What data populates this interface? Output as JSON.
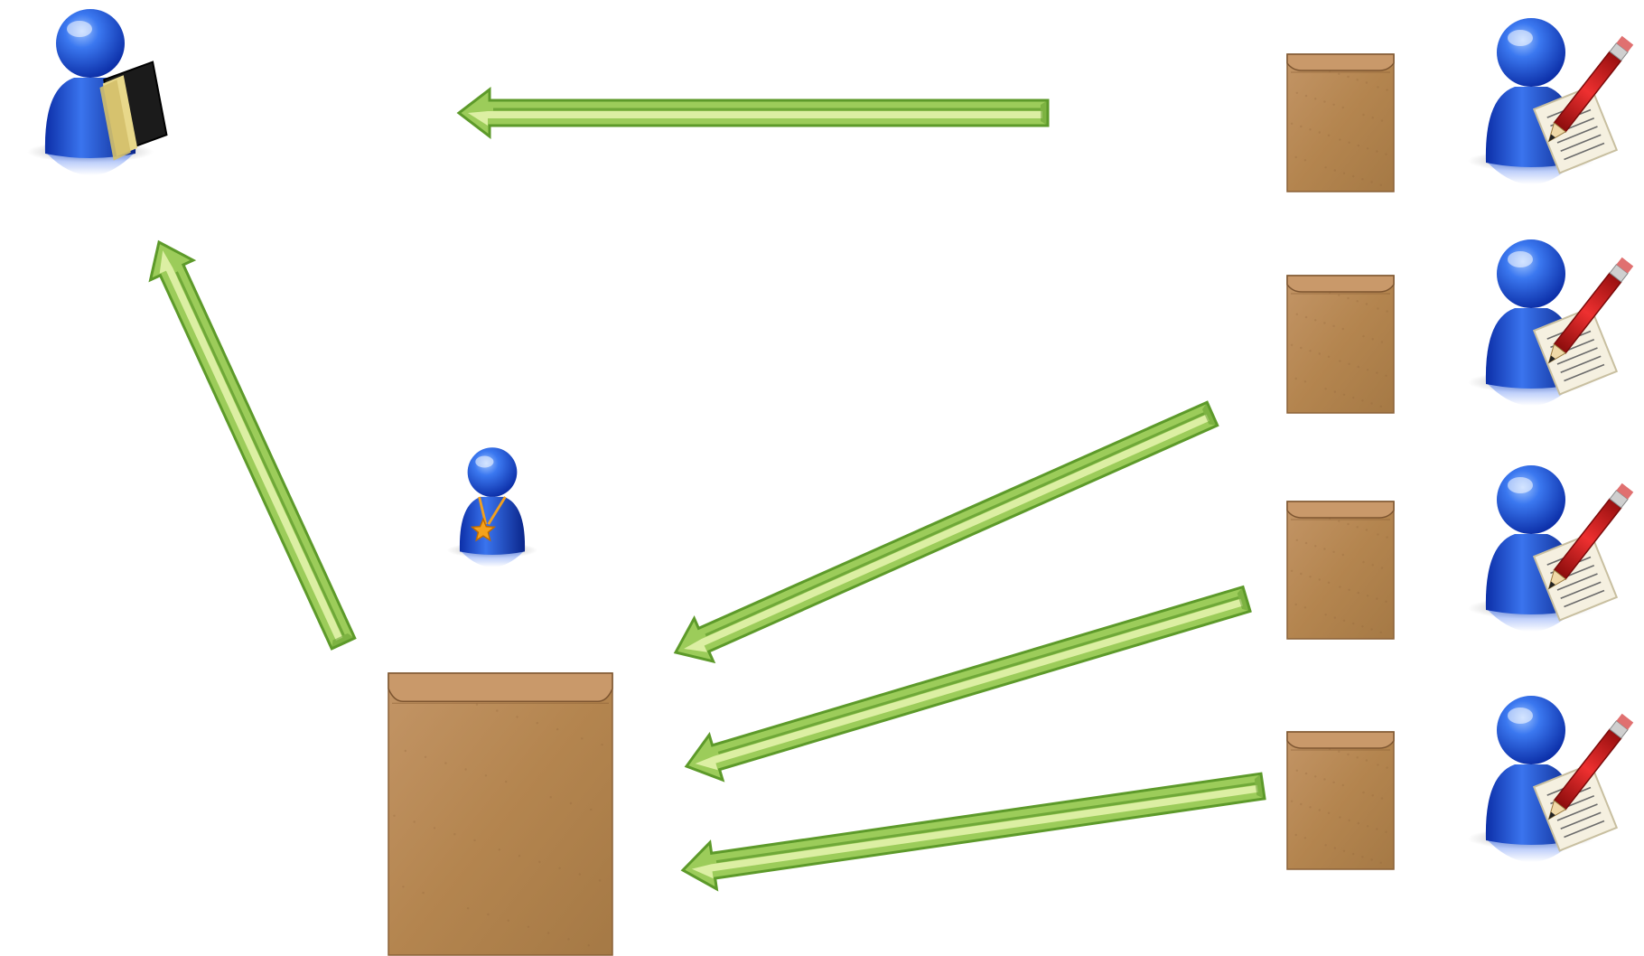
{
  "diagram": {
    "nodes": [
      {
        "id": "reader",
        "icon": "person-reading-book-icon"
      },
      {
        "id": "coordinator",
        "icon": "person-with-star-medal-icon"
      },
      {
        "id": "merged-envelope",
        "icon": "large-brown-envelope-icon"
      },
      {
        "id": "writer-1",
        "icon": "person-writing-document-icon"
      },
      {
        "id": "writer-2",
        "icon": "person-writing-document-icon"
      },
      {
        "id": "writer-3",
        "icon": "person-writing-document-icon"
      },
      {
        "id": "writer-4",
        "icon": "person-writing-document-icon"
      },
      {
        "id": "envelope-1",
        "icon": "brown-envelope-icon"
      },
      {
        "id": "envelope-2",
        "icon": "brown-envelope-icon"
      },
      {
        "id": "envelope-3",
        "icon": "brown-envelope-icon"
      },
      {
        "id": "envelope-4",
        "icon": "brown-envelope-icon"
      }
    ],
    "edges": [
      {
        "from": "envelope-1",
        "to": "reader"
      },
      {
        "from": "merged-envelope",
        "to": "reader"
      },
      {
        "from": "envelope-2",
        "to": "merged-envelope"
      },
      {
        "from": "envelope-3",
        "to": "merged-envelope"
      },
      {
        "from": "envelope-4",
        "to": "merged-envelope"
      }
    ],
    "colors": {
      "arrow_light": "#e8f5b0",
      "arrow_mid": "#9ccc5a",
      "arrow_dark": "#5d9a2a",
      "person_blue": "#1a4fd8",
      "envelope": "#b8885a",
      "pencil_red": "#d42020",
      "paper": "#f5f0e0",
      "star": "#f5a21b"
    }
  }
}
